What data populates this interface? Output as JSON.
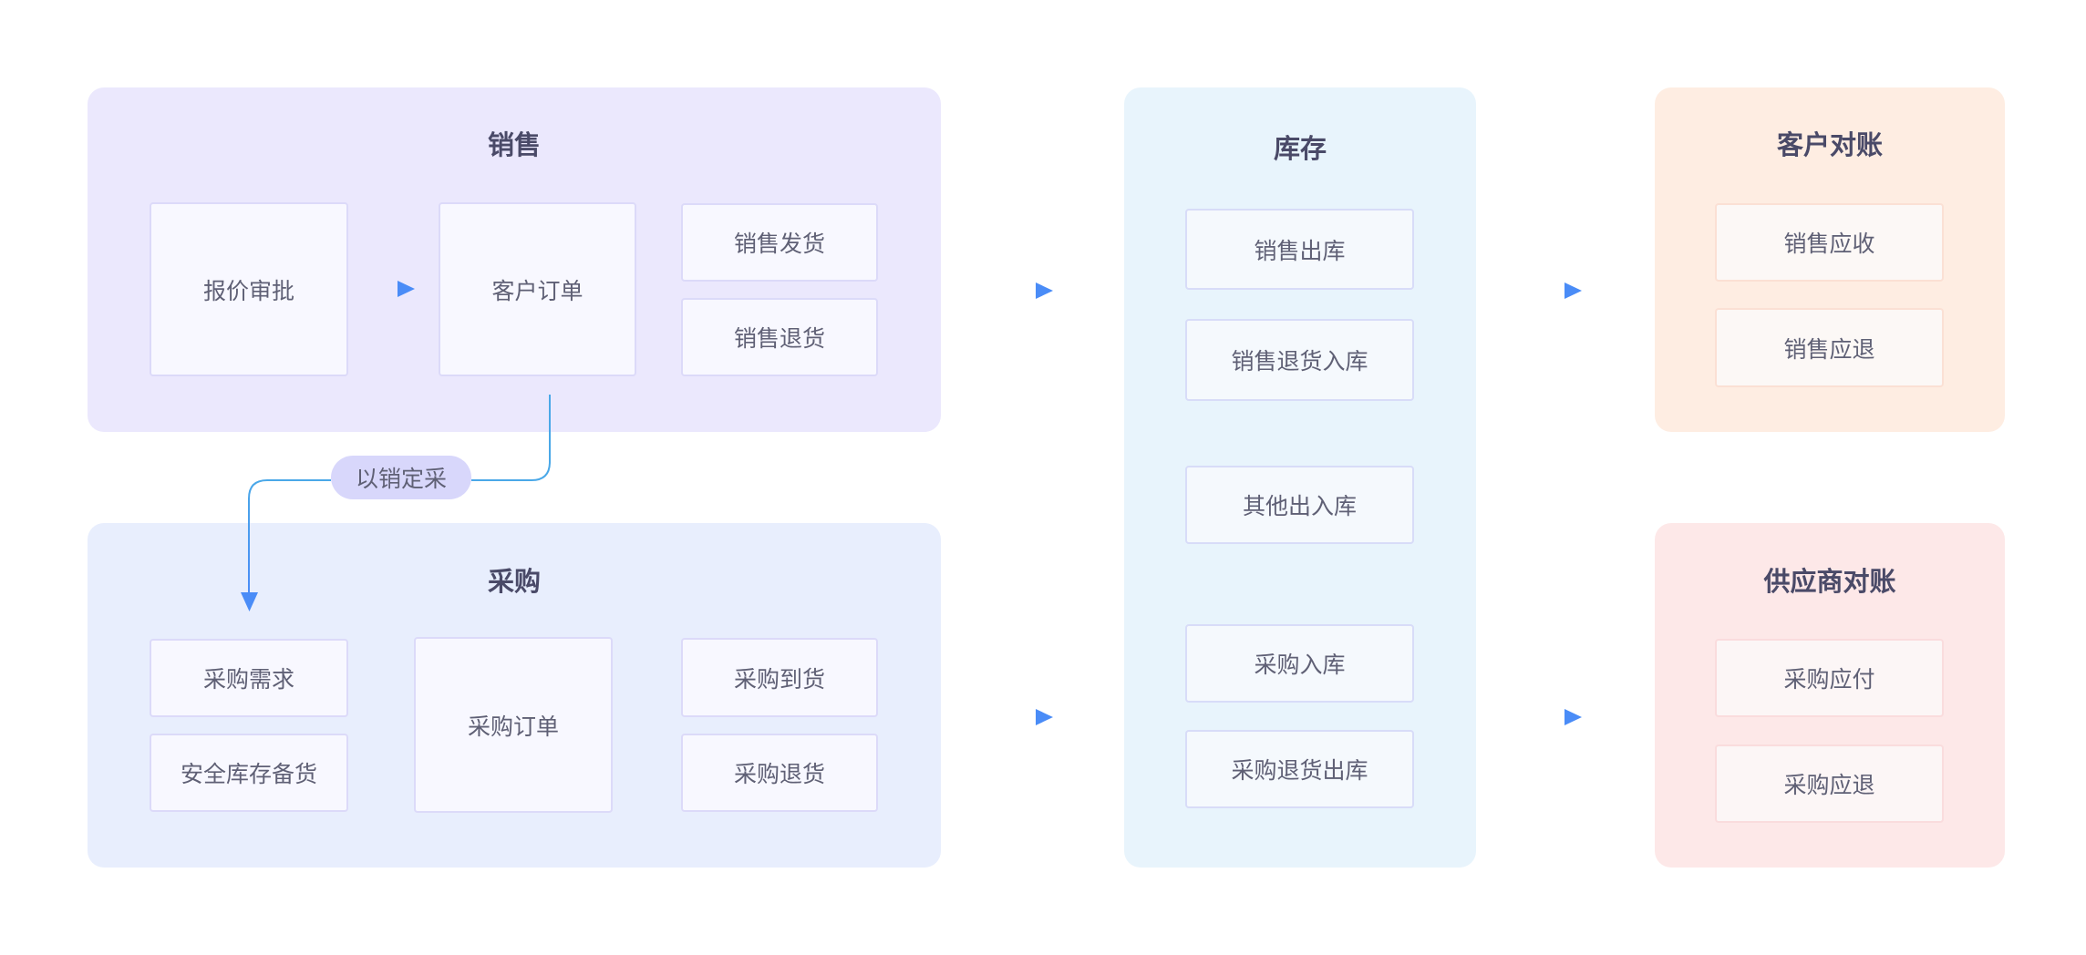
{
  "colors": {
    "arrow_start": "#3cb4e8",
    "arrow_end": "#4a8cf7",
    "connector": "#4aa8e8",
    "sales_bg": "#ebe8fd",
    "purchase_bg": "#e8eefd",
    "inventory_bg": "#e8f4fc",
    "customer_bg": "#feede2",
    "supplier_bg": "#fde8e8",
    "pill_bg": "#d8d7fb",
    "title_text": "#4a4a68",
    "card_text": "#5f6075"
  },
  "sales": {
    "title": "销售",
    "quote_approval": "报价审批",
    "customer_order": "客户订单",
    "sales_shipment": "销售发货",
    "sales_return": "销售退货"
  },
  "link": {
    "label": "以销定采"
  },
  "purchase": {
    "title": "采购",
    "purchase_requirement": "采购需求",
    "safety_stock": "安全库存备货",
    "purchase_order": "采购订单",
    "purchase_arrival": "采购到货",
    "purchase_return": "采购退货"
  },
  "inventory": {
    "title": "库存",
    "items": [
      "销售出库",
      "销售退货入库",
      "其他出入库",
      "采购入库",
      "采购退货出库"
    ]
  },
  "customer_reconciliation": {
    "title": "客户对账",
    "items": [
      "销售应收",
      "销售应退"
    ]
  },
  "supplier_reconciliation": {
    "title": "供应商对账",
    "items": [
      "采购应付",
      "采购应退"
    ]
  }
}
